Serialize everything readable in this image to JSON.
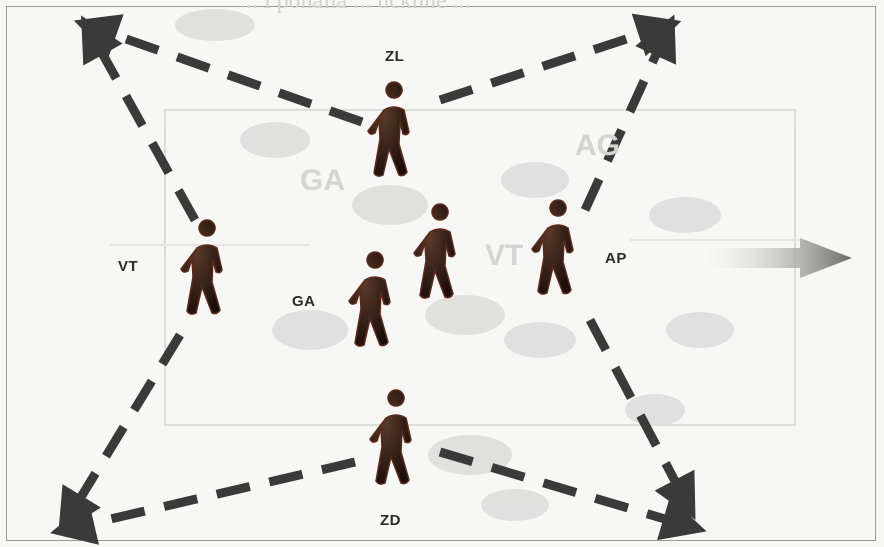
{
  "background_text": {
    "line1": "... i pohaiia ... ucknne ...",
    "line2": "... ",
    "note": ""
  },
  "players": [
    {
      "id": "ZL",
      "label": "ZL"
    },
    {
      "id": "VT",
      "label": "VT"
    },
    {
      "id": "GA",
      "label": "GA"
    },
    {
      "id": "AP",
      "label": "AP"
    },
    {
      "id": "ZD",
      "label": "ZD"
    }
  ],
  "ghost_labels": {
    "ga": "GA",
    "vt": "VT",
    "ag": "AG"
  },
  "colors": {
    "arrow": "#3a3a3a",
    "figure": "#2a1a14",
    "figure_edge": "#6a2a1a",
    "sheep": "#d9d9d9",
    "big_arrow": "#7a7a7a"
  }
}
